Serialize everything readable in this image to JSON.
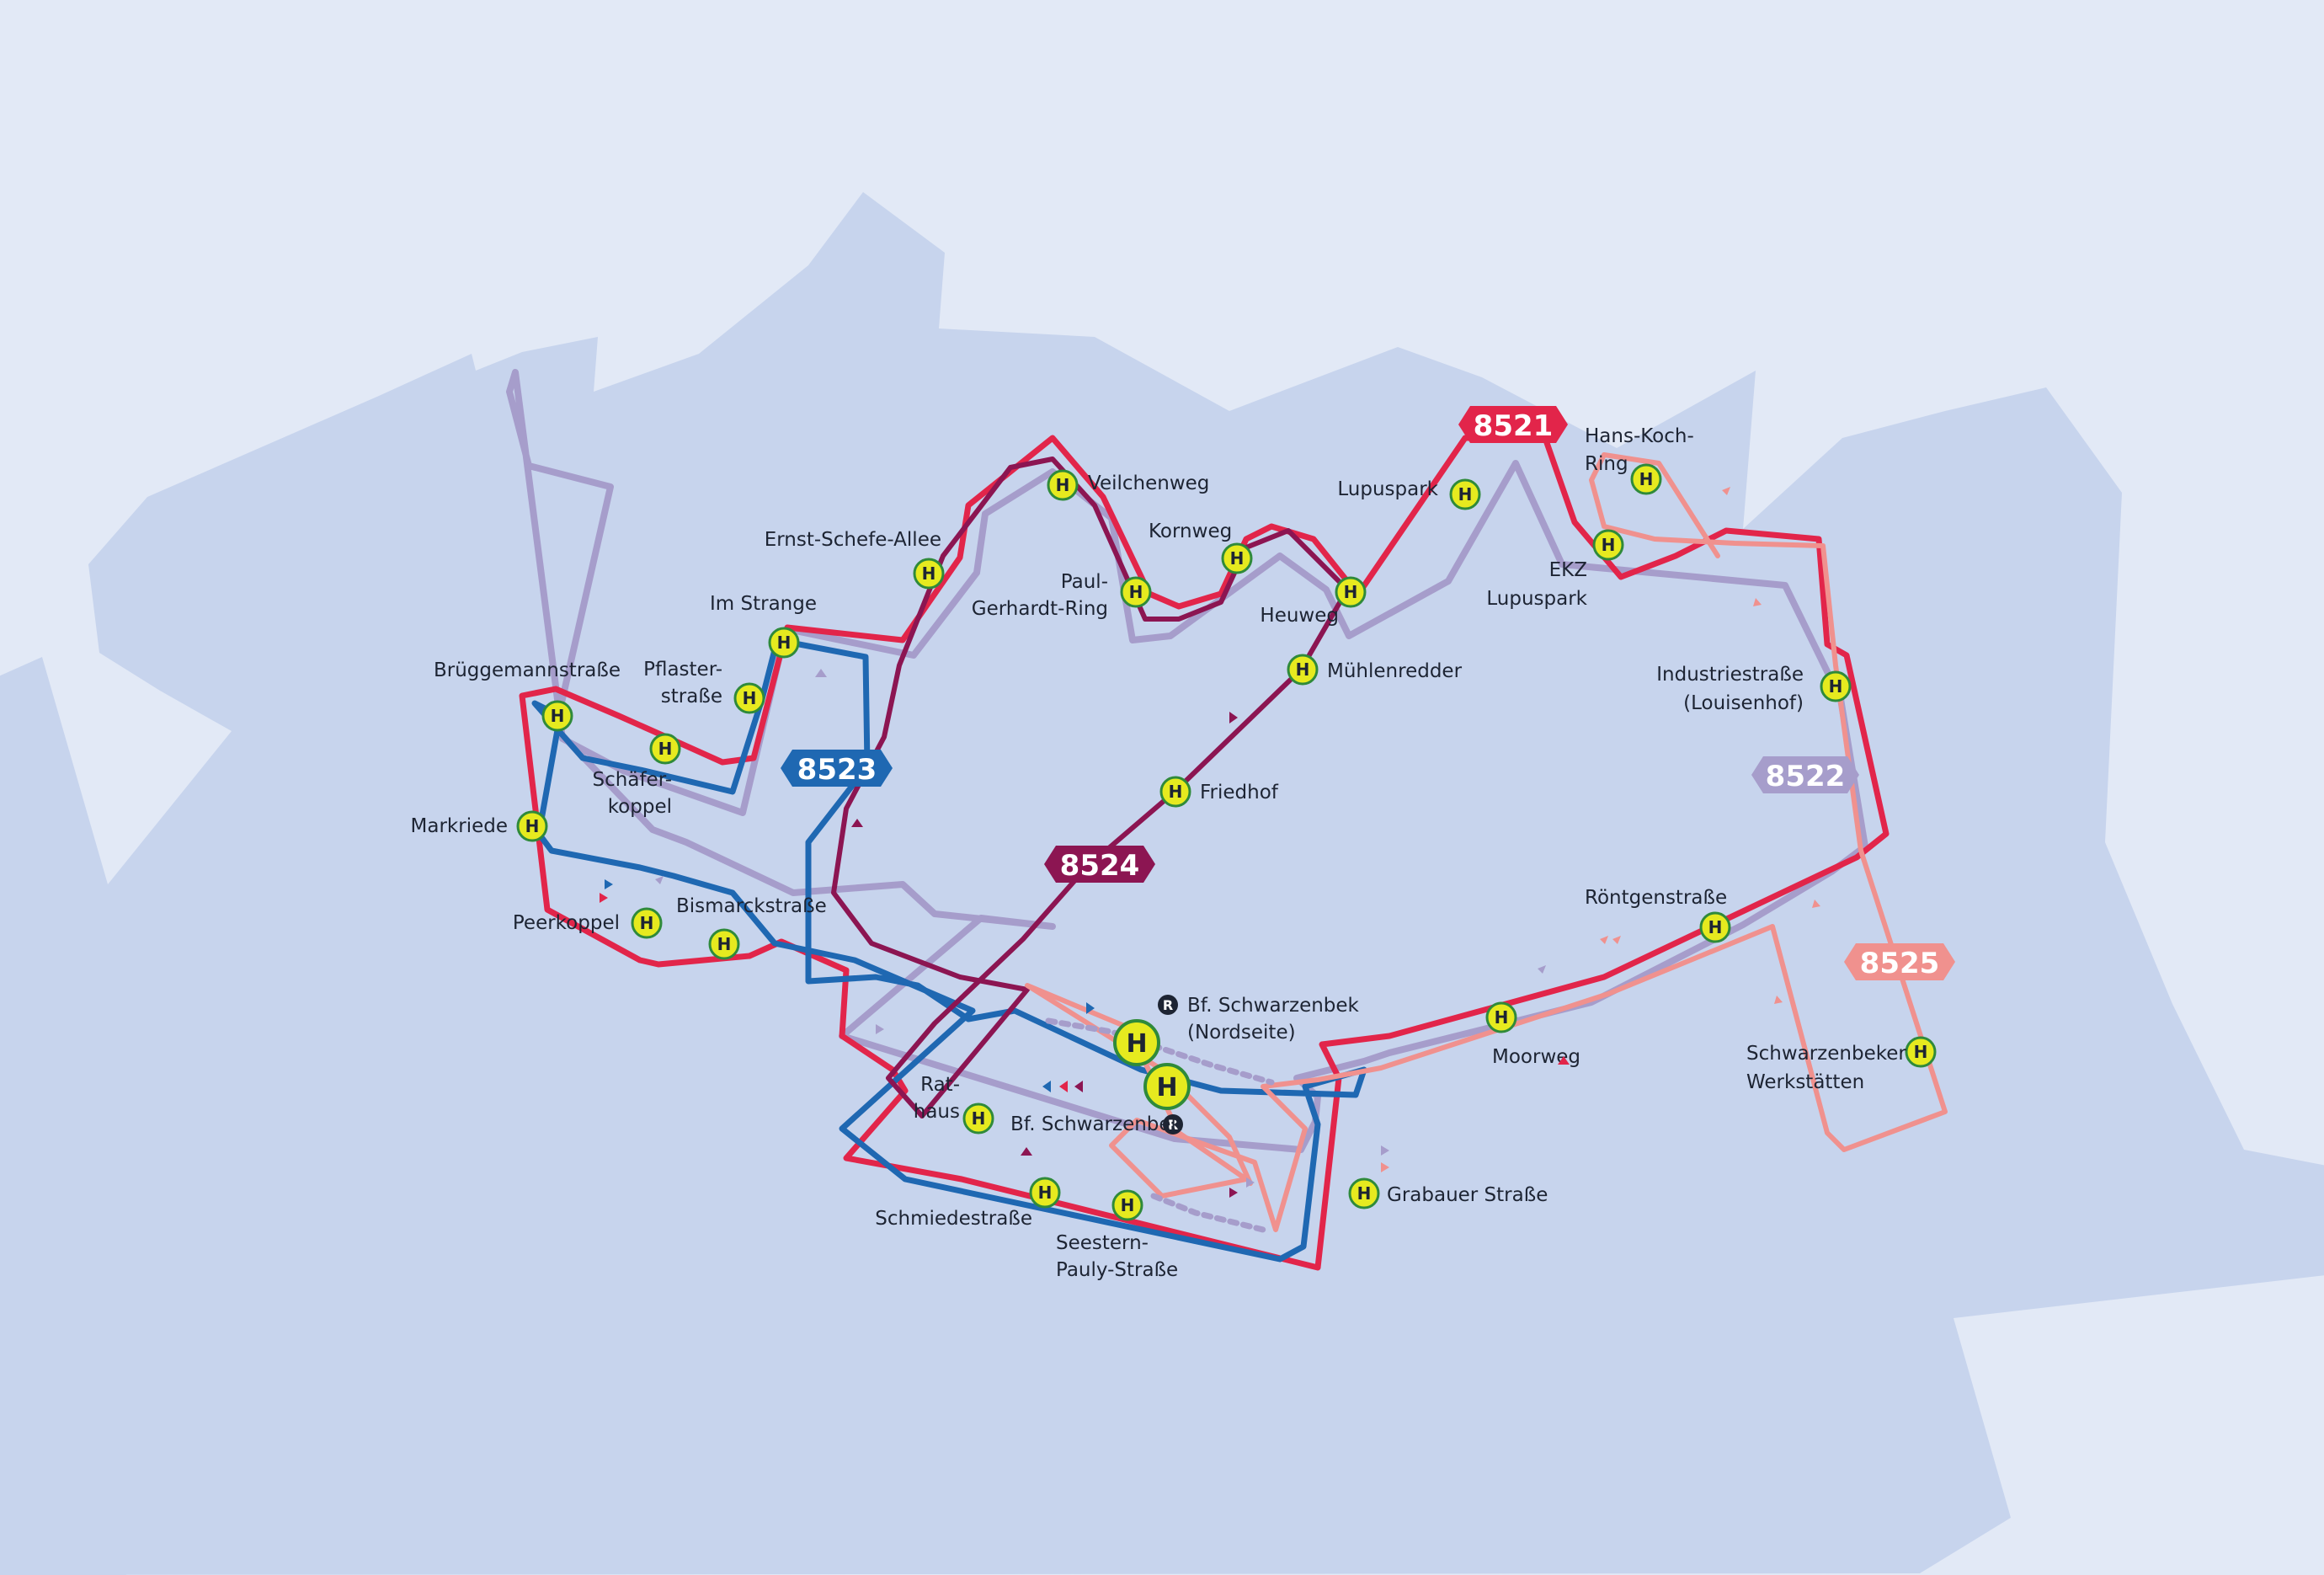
{
  "colors": {
    "background": "#e2e9f6",
    "area": "#c7d4ed",
    "line_8521": "#e2254a",
    "line_8522": "#a69dcb",
    "line_8523": "#1f68b2",
    "line_8524": "#8c1552",
    "line_8525": "#f0918e",
    "stop_fill": "#e6ea1f",
    "stop_stroke": "#2f8a3a"
  },
  "lines": [
    {
      "id": "8521",
      "label": "8521",
      "color": "#e2254a"
    },
    {
      "id": "8522",
      "label": "8522",
      "color": "#a69dcb"
    },
    {
      "id": "8523",
      "label": "8523",
      "color": "#1f68b2"
    },
    {
      "id": "8524",
      "label": "8524",
      "color": "#8c1552"
    },
    {
      "id": "8525",
      "label": "8525",
      "color": "#f0918e"
    }
  ],
  "stops": {
    "veilchenweg": "Veilchenweg",
    "ernst_schefe_allee": "Ernst-Schefe-Allee",
    "kornweg": "Kornweg",
    "paul_gerhardt_ring_1": "Paul-",
    "paul_gerhardt_ring_2": "Gerhardt-Ring",
    "heuweg": "Heuweg",
    "lupuspark": "Lupuspark",
    "hans_koch_ring_1": "Hans-Koch-",
    "hans_koch_ring_2": "Ring",
    "ekz_lupuspark_1": "EKZ",
    "ekz_lupuspark_2": "Lupuspark",
    "im_strange": "Im Strange",
    "brueggemannstrasse": "Brüggemannstraße",
    "pflasterstrasse_1": "Pflaster-",
    "pflasterstrasse_2": "straße",
    "muehlenredder": "Mühlenredder",
    "industriestrasse_1": "Industriestraße",
    "industriestrasse_2": "(Louisenhof)",
    "schaeferkoppel_1": "Schäfer-",
    "schaeferkoppel_2": "koppel",
    "markriede": "Markriede",
    "friedhof": "Friedhof",
    "peerkoppel": "Peerkoppel",
    "bismarckstrasse": "Bismarckstraße",
    "roentgenstrasse": "Röntgenstraße",
    "bf_nord_1": "Bf. Schwarzenbek",
    "bf_nord_2": "(Nordseite)",
    "moorweg": "Moorweg",
    "rathaus_1": "Rat-",
    "rathaus_2": "haus",
    "bf_schwarzenbek": "Bf. Schwarzenbek",
    "schwarzenbeker_werkstaetten_1": "Schwarzenbeker",
    "schwarzenbeker_werkstaetten_2": "Werkstätten",
    "grabauer_strasse": "Grabauer Straße",
    "schmiedestrasse": "Schmiedestraße",
    "seestern_pauly_1": "Seestern-",
    "seestern_pauly_2": "Pauly-Straße"
  },
  "symbols": {
    "stop_letter": "H",
    "rail_letter": "R"
  }
}
